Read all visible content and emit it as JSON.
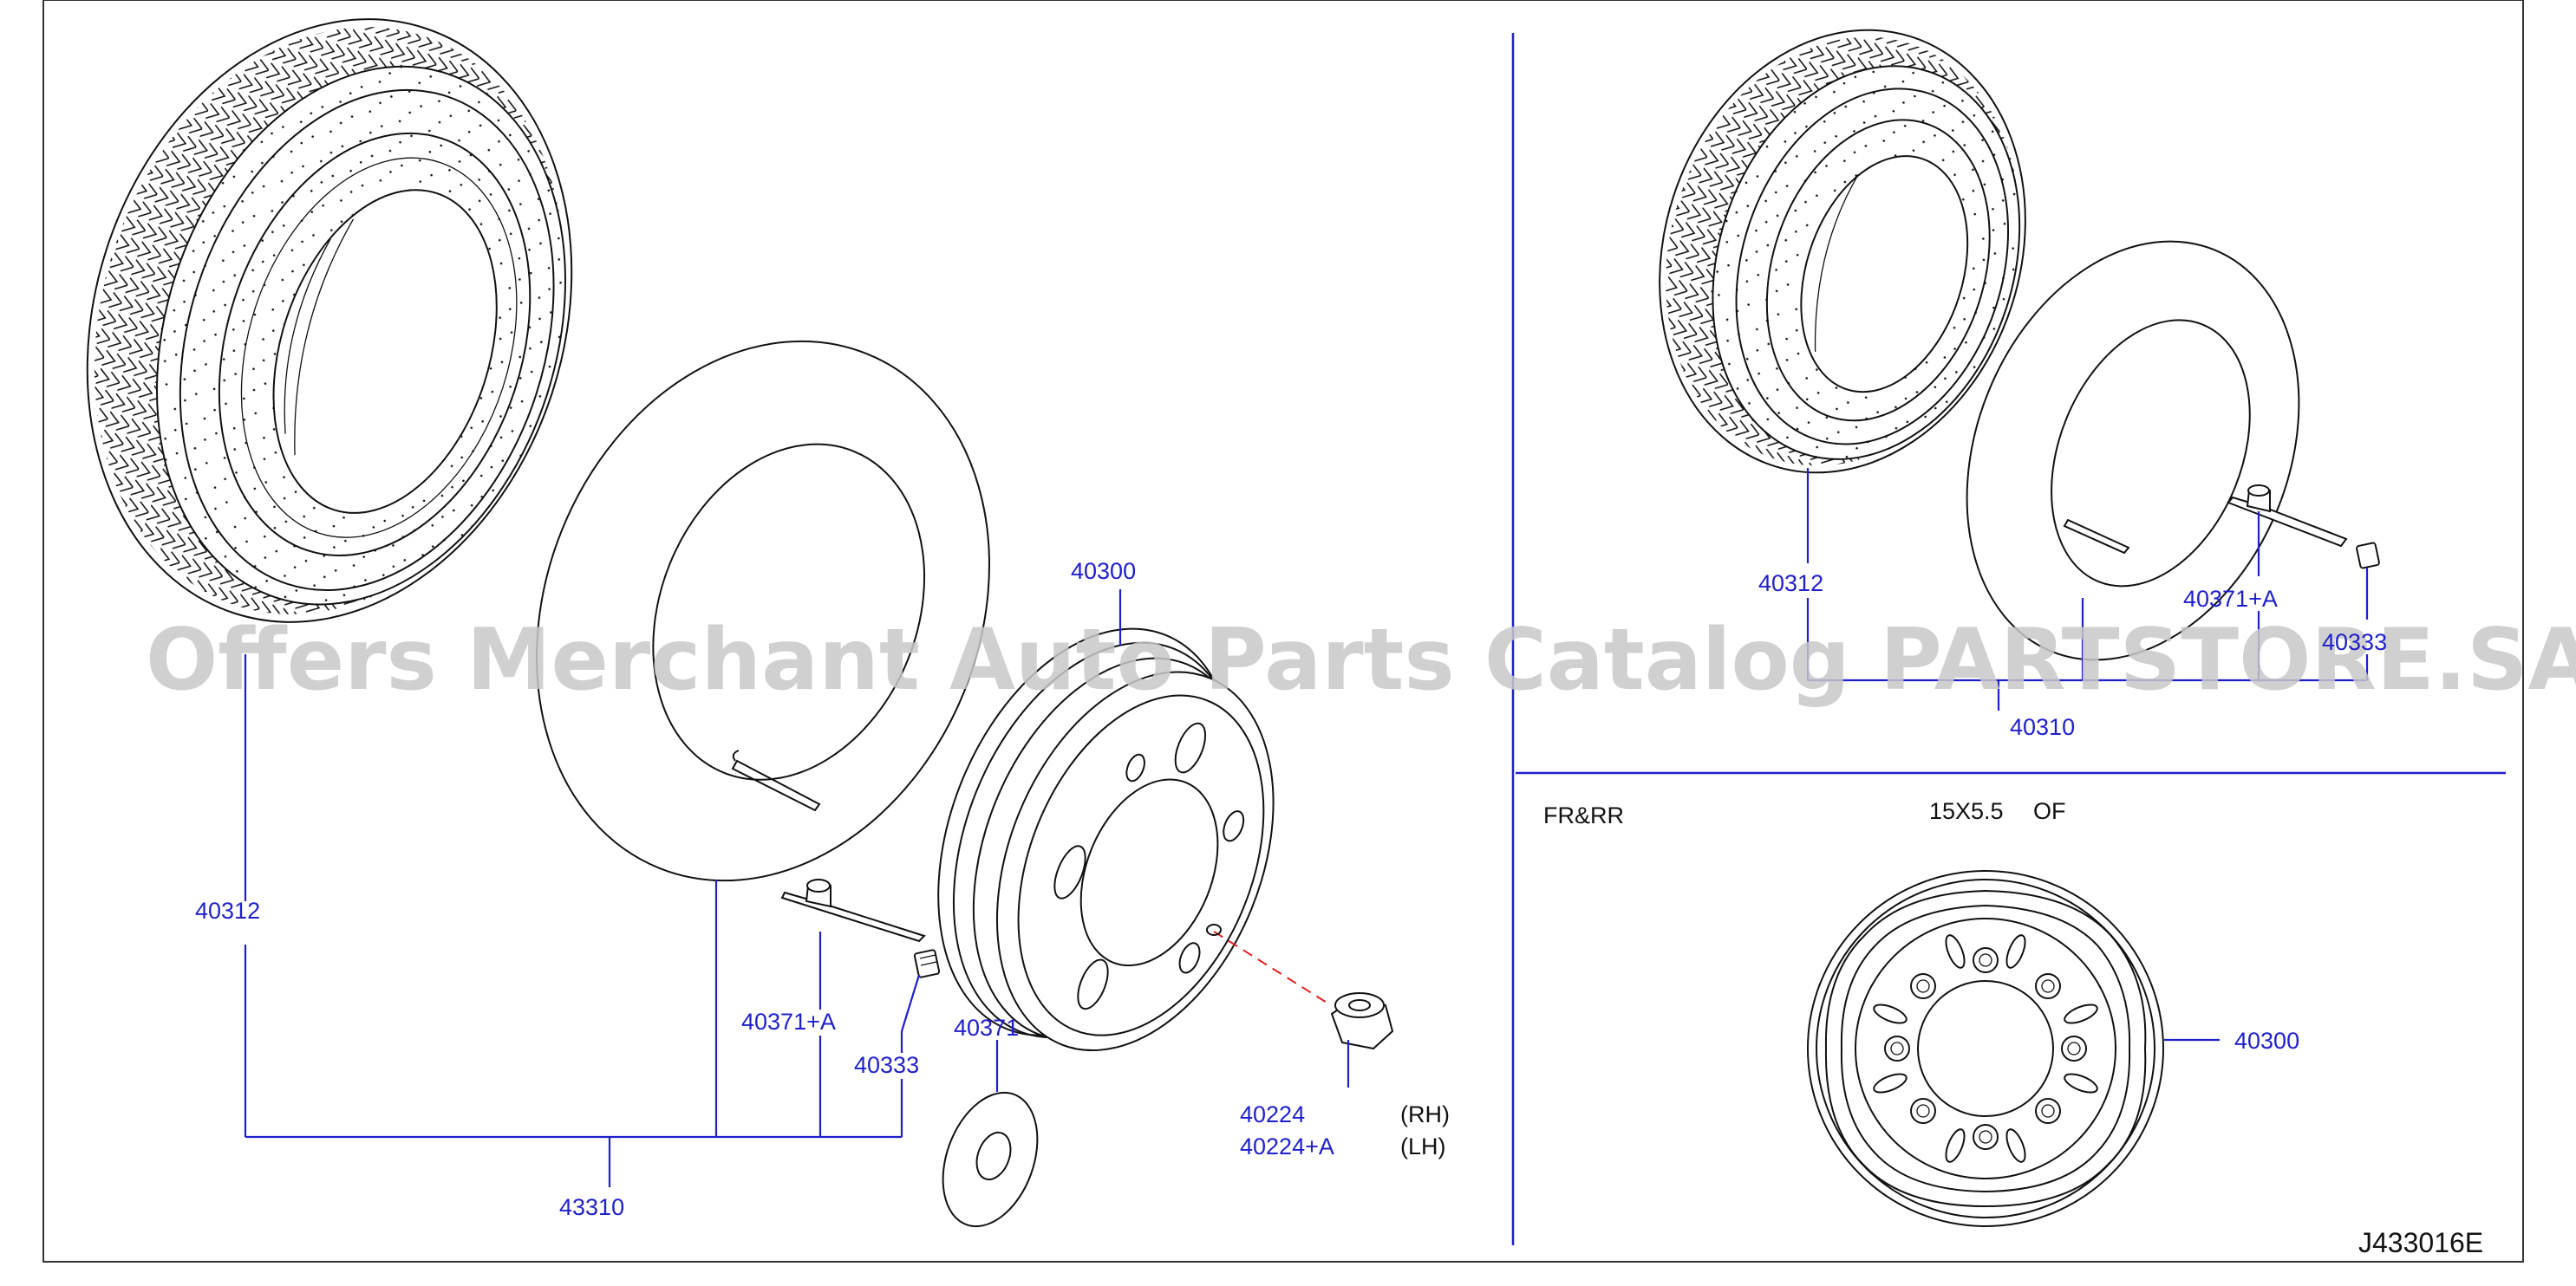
{
  "diagram": {
    "labels": {
      "left_tire": "40312",
      "left_tube": "43310",
      "left_wheel": "40300",
      "left_valve_assy": "40371+A",
      "left_valve_cap": "40333",
      "left_flap": "40371",
      "left_nut_rh": "40224",
      "left_nut_lh": "40224+A",
      "right_tire": "40312",
      "right_tube": "40310",
      "right_valve_assy": "40371+A",
      "right_valve_cap": "40333",
      "right_wheel": "40300"
    },
    "notes": {
      "rh": "(RH)",
      "lh": "(LH)",
      "position": "FR&RR",
      "size": "15X5.5",
      "offset": "OF"
    },
    "drawing_code": "J433016E",
    "watermark": "Offers Merchant Auto Parts Catalog PARTSTORE.SA",
    "colors": {
      "callout": "#1f1fcc",
      "line_art": "#111111",
      "watermark": "#c8c8c8"
    }
  }
}
